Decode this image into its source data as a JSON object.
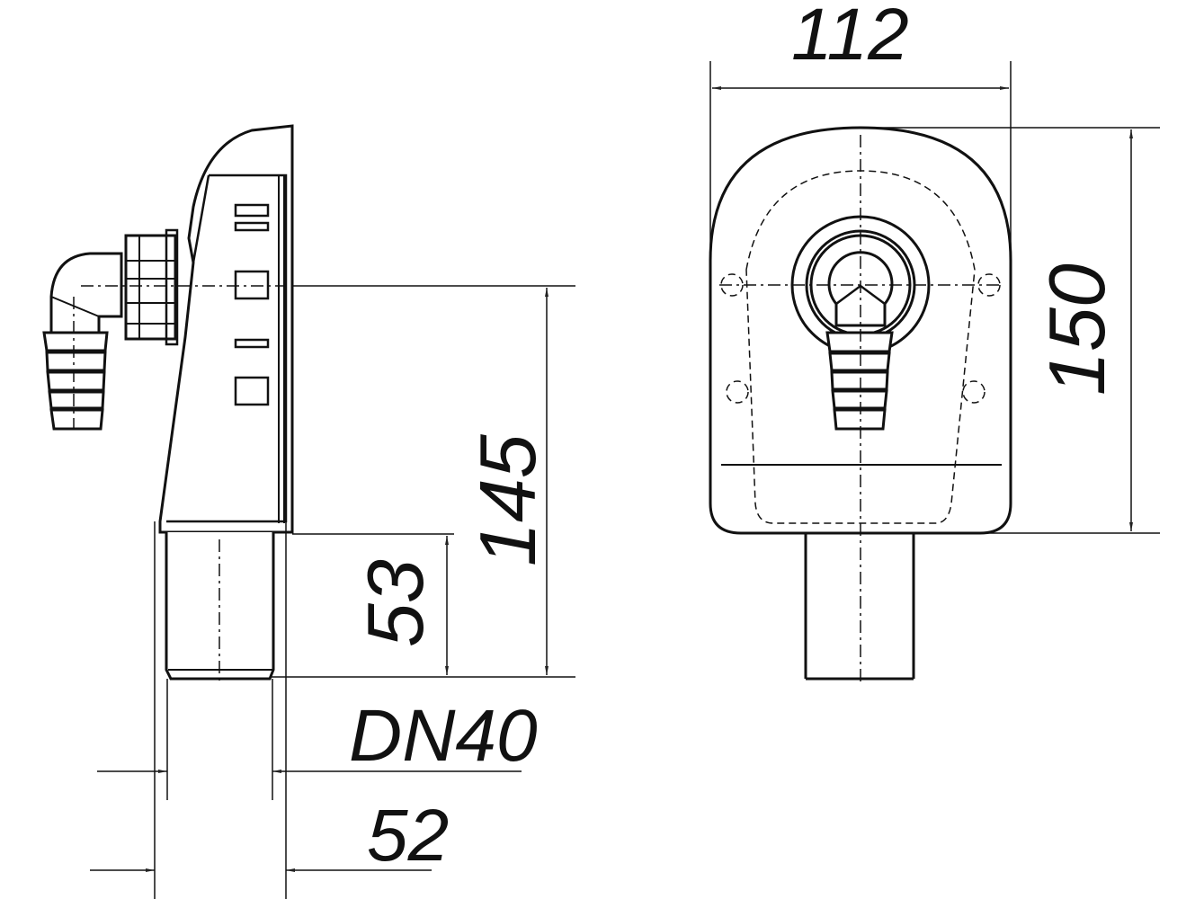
{
  "drawing": {
    "type": "technical-dimension-drawing",
    "views": [
      "side-view",
      "front-view"
    ]
  },
  "dimensions": {
    "width_front": "112",
    "height_front": "150",
    "height_side_total": "145",
    "height_outlet": "53",
    "pipe_nominal": "DN40",
    "pipe_outer": "52"
  },
  "colors": {
    "line": "#111111",
    "background": "#ffffff"
  }
}
